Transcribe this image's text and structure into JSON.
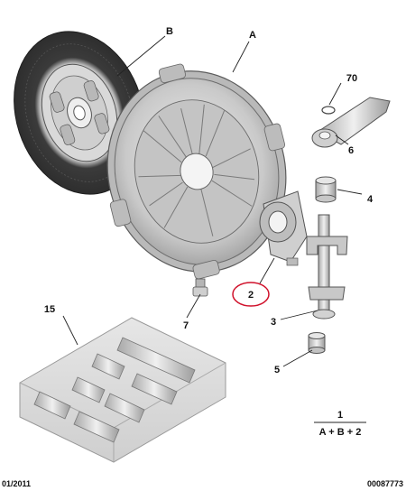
{
  "callouts": {
    "A": "A",
    "B": "B",
    "c1": "1",
    "c2": "2",
    "c3": "3",
    "c4": "4",
    "c5": "5",
    "c6": "6",
    "c7": "7",
    "c15": "15",
    "c70": "70"
  },
  "formula": "A + B + 2",
  "footer": {
    "date": "01/2011",
    "ref": "00087773"
  },
  "colors": {
    "highlight_circle": "#d0112b",
    "part_fill": "#d8d8d8",
    "part_stroke": "#6a6a6a",
    "friction_disc": "#3a3a3a"
  }
}
